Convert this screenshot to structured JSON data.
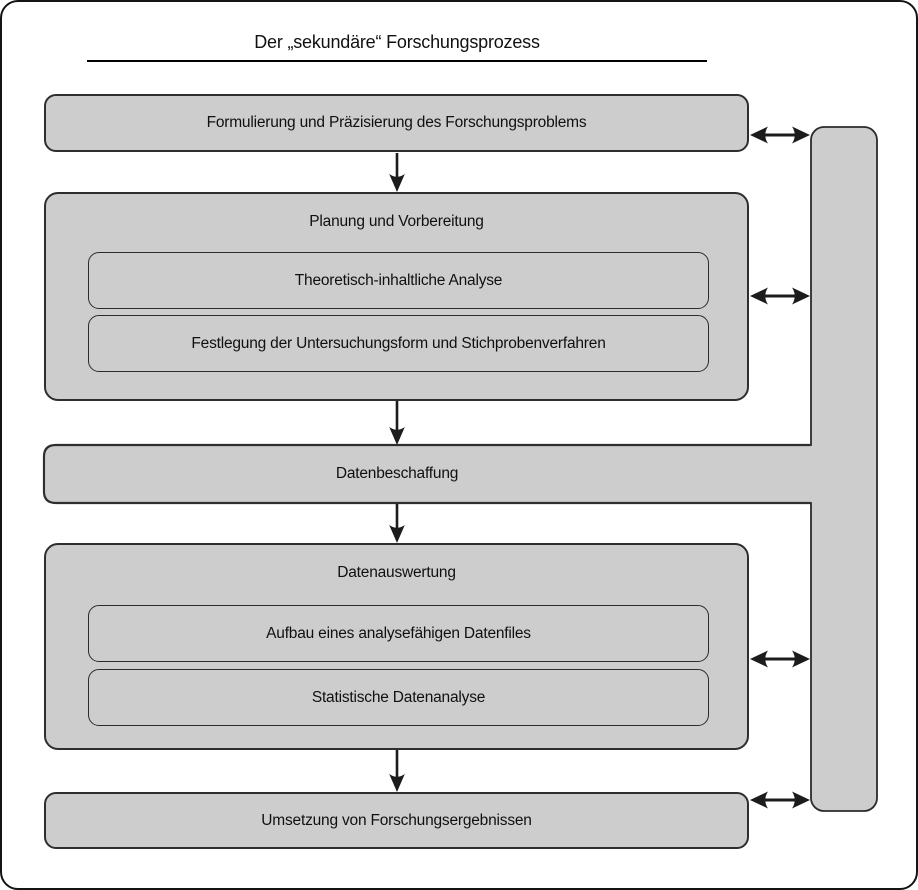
{
  "title": "Der „sekundäre“ Forschungsprozess",
  "flow": {
    "step1": "Formulierung und Präzisierung des Forschungsproblems",
    "planung": {
      "label": "Planung und Vorbereitung",
      "sub1": "Theoretisch-inhaltliche Analyse",
      "sub2": "Festlegung der Untersuchungsform und Stichprobenverfahren"
    },
    "datenbeschaffung": "Datenbeschaffung",
    "auswertung": {
      "label": "Datenauswertung",
      "sub1": "Aufbau eines analysefähigen Datenfiles",
      "sub2": "Statistische Datenanalyse"
    },
    "step5": "Umsetzung von Forschungsergebnissen"
  },
  "connections": {
    "sequence": [
      "Formulierung und Präzisierung des Forschungsproblems -> Planung und Vorbereitung",
      "Planung und Vorbereitung -> Datenbeschaffung",
      "Datenbeschaffung -> Datenauswertung",
      "Datenauswertung -> Umsetzung von Forschungsergebnissen"
    ],
    "bidirectional_to_feedback_bar": [
      "Formulierung und Präzisierung des Forschungsproblems",
      "Planung und Vorbereitung",
      "Datenauswertung",
      "Umsetzung von Forschungsergebnissen"
    ],
    "feedback_bar_joined_with": "Datenbeschaffung"
  },
  "colors": {
    "box_fill": "#cdcdcd",
    "box_stroke": "#2e2e2e",
    "arrow": "#1c1c1c",
    "frame": "#141414",
    "background": "#ffffff"
  }
}
